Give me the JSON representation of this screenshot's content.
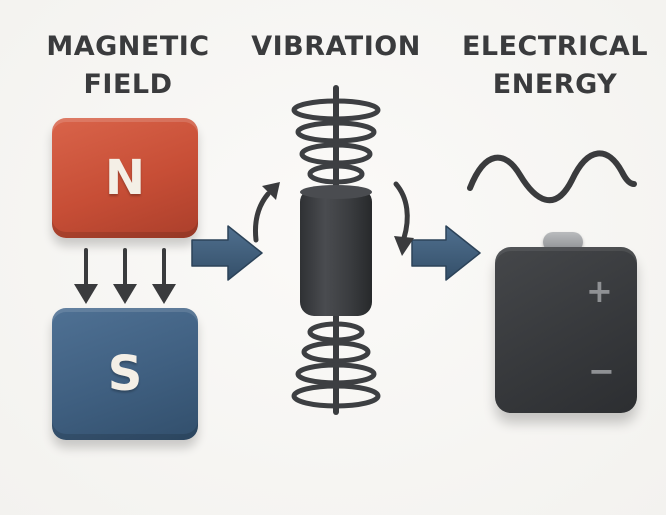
{
  "headings": {
    "magnetic": [
      "MAGNETIC",
      "FIELD"
    ],
    "vibration": [
      "VIBRATION"
    ],
    "electrical": [
      "ELECTRICAL",
      "ENERGY"
    ]
  },
  "magnet": {
    "north_label": "N",
    "south_label": "S",
    "north_color": "#c74e36",
    "south_color": "#3f5f80"
  },
  "battery": {
    "plus_label": "+",
    "minus_label": "−"
  },
  "colors": {
    "arrow": "#3e5a76",
    "dark": "#3a3b3d",
    "background": "#f7f6f4"
  },
  "icons": [
    "field-arrow-icon",
    "flow-arrow-icon",
    "spring-icon",
    "wave-icon",
    "battery-icon"
  ]
}
